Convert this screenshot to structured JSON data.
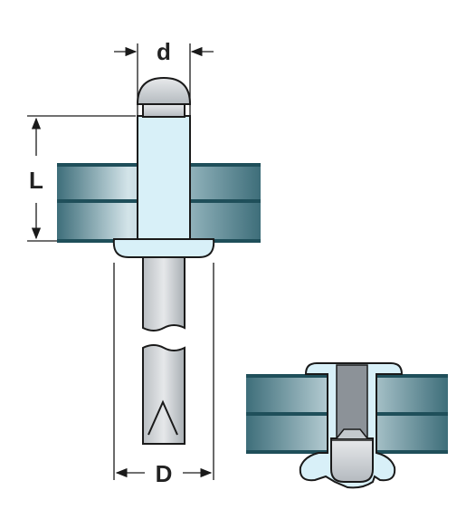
{
  "labels": {
    "pin_diameter": "d",
    "grip_length": "L",
    "flange_diameter": "D"
  },
  "colors": {
    "line": "#1a1a1a",
    "plate_edge": "#1f4f5a",
    "plate_mid": "#c9dce2",
    "rivet_body": "#d8f0f8",
    "mandrel": "#cfd3d6",
    "mandrel_dark": "#8c9298"
  }
}
